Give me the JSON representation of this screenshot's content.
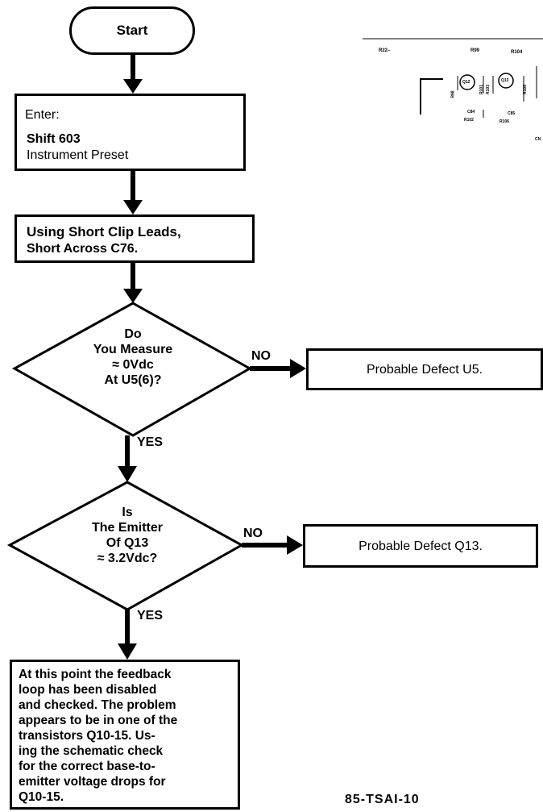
{
  "flowchart": {
    "start": "Start",
    "step1": {
      "line1": "Enter:",
      "line2": "Shift 603",
      "line3": "Instrument Preset"
    },
    "step2": {
      "line1": "Using Short Clip Leads,",
      "line2": "Short Across C76."
    },
    "decision1": {
      "line1": "Do",
      "line2": "You Measure",
      "line3": "≈ 0Vdc",
      "line4": "At U5(6)?"
    },
    "decision1_no_label": "NO",
    "decision1_yes_label": "YES",
    "result1": "Probable Defect U5.",
    "decision2": {
      "line1": "Is",
      "line2": "The Emitter",
      "line3": "Of Q13",
      "line4": "≈ 3.2Vdc?"
    },
    "decision2_no_label": "NO",
    "decision2_yes_label": "YES",
    "result2": "Probable Defect Q13.",
    "final": {
      "lines": [
        "At this point the feedback",
        "loop has been disabled",
        "and checked. The problem",
        "appears to be in one of the",
        "transistors Q10-15. Us-",
        "ing the schematic check",
        "for the correct base-to-",
        "emitter voltage drops for",
        "Q10-15."
      ]
    }
  },
  "schematic_labels": {
    "r22": "R22–",
    "r99": "R99",
    "r104": "R104",
    "q12": "Q12",
    "q13": "Q13",
    "r98": "R98",
    "r101": "R101",
    "r103": "R103",
    "r105": "R105",
    "c84": "C84",
    "r102": "R102",
    "c85": "C85",
    "r106": "R106",
    "cn": "CN"
  },
  "figure_id": "85-TSAI-10"
}
